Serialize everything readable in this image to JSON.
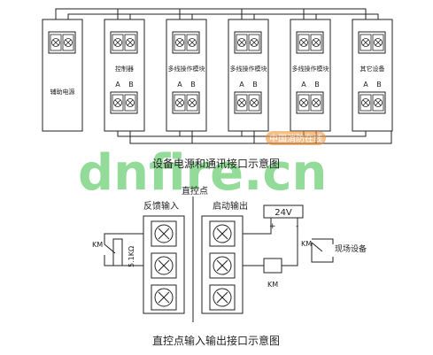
{
  "top": {
    "title": "设备电源和通讯接口示意图",
    "modules": [
      {
        "label": "辅助电源",
        "has_ab": false
      },
      {
        "label": "控制器",
        "has_ab": true
      },
      {
        "label": "多线操作模块",
        "has_ab": true
      },
      {
        "label": "多线操作模块",
        "has_ab": true
      },
      {
        "label": "多线操作模块",
        "has_ab": true
      },
      {
        "label": "其它设备",
        "has_ab": true
      }
    ],
    "ab": {
      "a": "A",
      "b": "B"
    }
  },
  "bottom": {
    "title": "直控点输入输出接口示意图",
    "header": "直控点",
    "feedback_label": "反馈输入",
    "start_label": "启动输出",
    "voltage": "24V",
    "plus": "+",
    "minus": "-",
    "resistor": "5.1KΩ",
    "km": "KM",
    "device": "现场设备"
  },
  "watermark": {
    "main": "dnfire.cn",
    "badge": "中国消防在线"
  },
  "colors": {
    "line": "#222222",
    "watermark_green": "#3cbf46",
    "watermark_badge": "#f08c2a"
  }
}
